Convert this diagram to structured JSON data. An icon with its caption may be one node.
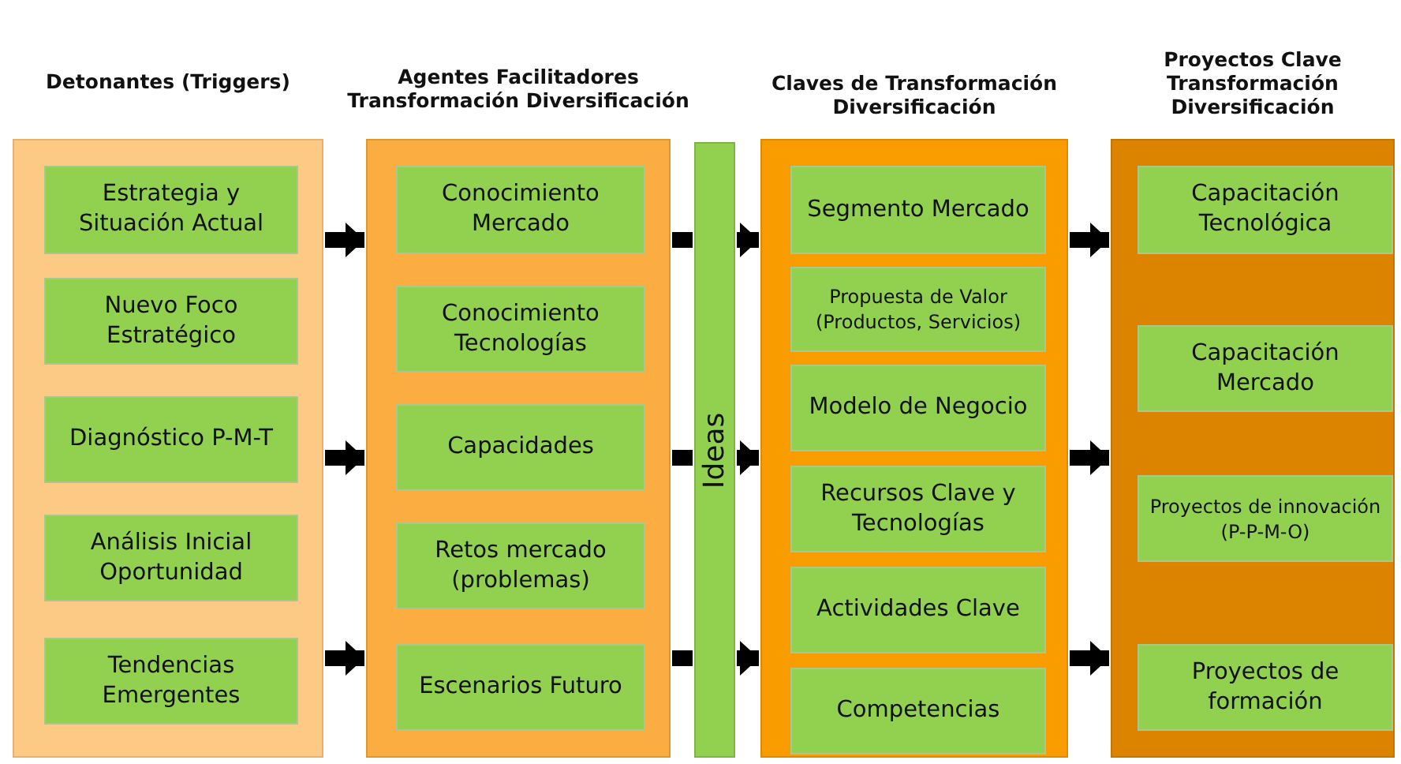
{
  "diagram": {
    "nodes": [
      {
        "text": [
          "Detonantes (Triggers)"
        ]
      },
      {
        "text": [
          "Estrategia y Situación Actual"
        ],
        "in": 0
      },
      {
        "text": [
          "Nuevo Foco Estratégico"
        ],
        "in": 0
      },
      {
        "text": [
          "Diagnóstico P-M-T"
        ],
        "in": 0
      },
      {
        "text": [
          "Análisis Inicial Oportunidad"
        ],
        "in": 0
      },
      {
        "text": [
          "Tendencias Emergentes"
        ],
        "in": 0
      },
      {
        "text": [
          "Agentes Facilitadores Transformación Diversificación"
        ]
      },
      {
        "text": [
          "Conocimiento Mercado"
        ],
        "in": 6
      },
      {
        "text": [
          "Conocimiento Tecnologías"
        ],
        "in": 6
      },
      {
        "text": [
          "Capacidades"
        ],
        "in": 6
      },
      {
        "text": [
          "Retos mercado (problemas)"
        ],
        "in": 6
      },
      {
        "text": [
          "Escenarios Futuro"
        ],
        "in": 6
      },
      {
        "text": [
          "Ideas"
        ]
      },
      {
        "text": [
          "Claves de Transformación Diversificación"
        ]
      },
      {
        "text": [
          "Segmento Mercado"
        ],
        "in": 13
      },
      {
        "text": [
          "Propuesta de Valor (Productos, Servicios)"
        ],
        "in": 13
      },
      {
        "text": [
          "Modelo de Negocio"
        ],
        "in": 13
      },
      {
        "text": [
          "Recursos Clave y Tecnologías"
        ],
        "in": 13
      },
      {
        "text": [
          "Actividades Clave"
        ],
        "in": 13
      },
      {
        "text": [
          "Competencias"
        ],
        "in": 13
      },
      {
        "text": [
          "Proyectos Clave Transformación Diversificación"
        ]
      },
      {
        "text": [
          "Capacitación Tecnológica"
        ],
        "in": 20
      },
      {
        "text": [
          "Capacitación Mercado"
        ],
        "in": 20
      },
      {
        "text": [
          "Proyectos de innovación (P-P-M-O)"
        ],
        "in": 20
      },
      {
        "text": [
          "Proyectos de formación"
        ],
        "in": 20
      }
    ],
    "edges": [
      {
        "from": 0,
        "to": 6,
        "arrow": "to"
      },
      {
        "from": 0,
        "to": 6,
        "arrow": "to"
      },
      {
        "from": 0,
        "to": 6,
        "arrow": "to"
      },
      {
        "from": 6,
        "to": 12,
        "arrow": "none"
      },
      {
        "from": 6,
        "to": 12,
        "arrow": "none"
      },
      {
        "from": 6,
        "to": 12,
        "arrow": "none"
      },
      {
        "from": 12,
        "to": 13,
        "arrow": "to"
      },
      {
        "from": 12,
        "to": 13,
        "arrow": "to"
      },
      {
        "from": 12,
        "to": 13,
        "arrow": "to"
      },
      {
        "from": 13,
        "to": 20,
        "arrow": "to"
      },
      {
        "from": 13,
        "to": 20,
        "arrow": "to"
      },
      {
        "from": 13,
        "to": 20,
        "arrow": "to"
      }
    ]
  }
}
